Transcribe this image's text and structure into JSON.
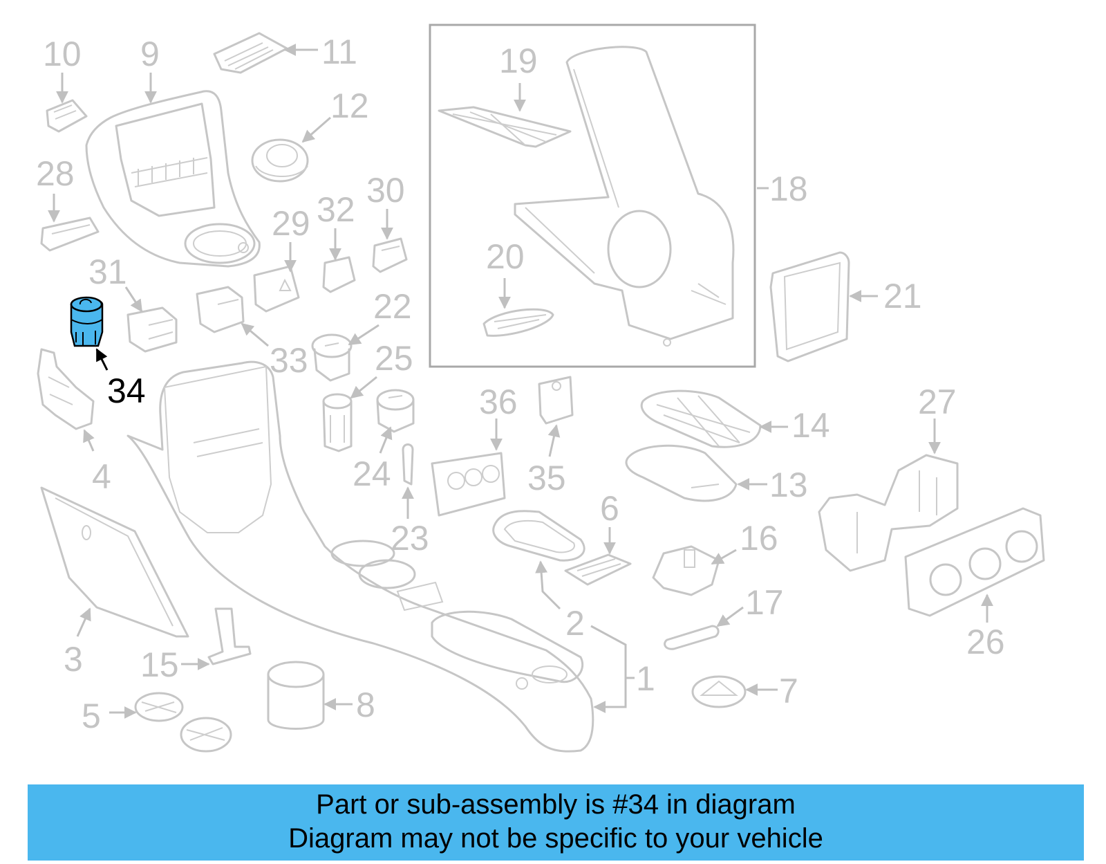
{
  "diagram": {
    "highlight_color": "#4ab7ee",
    "highlighted_part": "34",
    "callouts": [
      {
        "id": "10",
        "text": "10"
      },
      {
        "id": "9",
        "text": "9"
      },
      {
        "id": "11",
        "text": "11"
      },
      {
        "id": "12",
        "text": "12"
      },
      {
        "id": "28",
        "text": "28"
      },
      {
        "id": "30",
        "text": "30"
      },
      {
        "id": "29",
        "text": "29"
      },
      {
        "id": "32",
        "text": "32"
      },
      {
        "id": "31",
        "text": "31"
      },
      {
        "id": "22",
        "text": "22"
      },
      {
        "id": "33",
        "text": "33"
      },
      {
        "id": "25",
        "text": "25"
      },
      {
        "id": "34",
        "text": "34"
      },
      {
        "id": "4",
        "text": "4"
      },
      {
        "id": "24",
        "text": "24"
      },
      {
        "id": "36",
        "text": "36"
      },
      {
        "id": "35",
        "text": "35"
      },
      {
        "id": "23",
        "text": "23"
      },
      {
        "id": "19",
        "text": "19"
      },
      {
        "id": "18",
        "text": "18"
      },
      {
        "id": "20",
        "text": "20"
      },
      {
        "id": "21",
        "text": "21"
      },
      {
        "id": "14",
        "text": "14"
      },
      {
        "id": "13",
        "text": "13"
      },
      {
        "id": "27",
        "text": "27"
      },
      {
        "id": "6",
        "text": "6"
      },
      {
        "id": "16",
        "text": "16"
      },
      {
        "id": "17",
        "text": "17"
      },
      {
        "id": "2",
        "text": "2"
      },
      {
        "id": "26",
        "text": "26"
      },
      {
        "id": "3",
        "text": "3"
      },
      {
        "id": "15",
        "text": "15"
      },
      {
        "id": "1",
        "text": "1"
      },
      {
        "id": "5",
        "text": "5"
      },
      {
        "id": "8",
        "text": "8"
      },
      {
        "id": "7",
        "text": "7"
      }
    ]
  },
  "banner": {
    "line1": "Part or sub-assembly is #34 in diagram",
    "line2": "Diagram may not be specific to your vehicle"
  }
}
